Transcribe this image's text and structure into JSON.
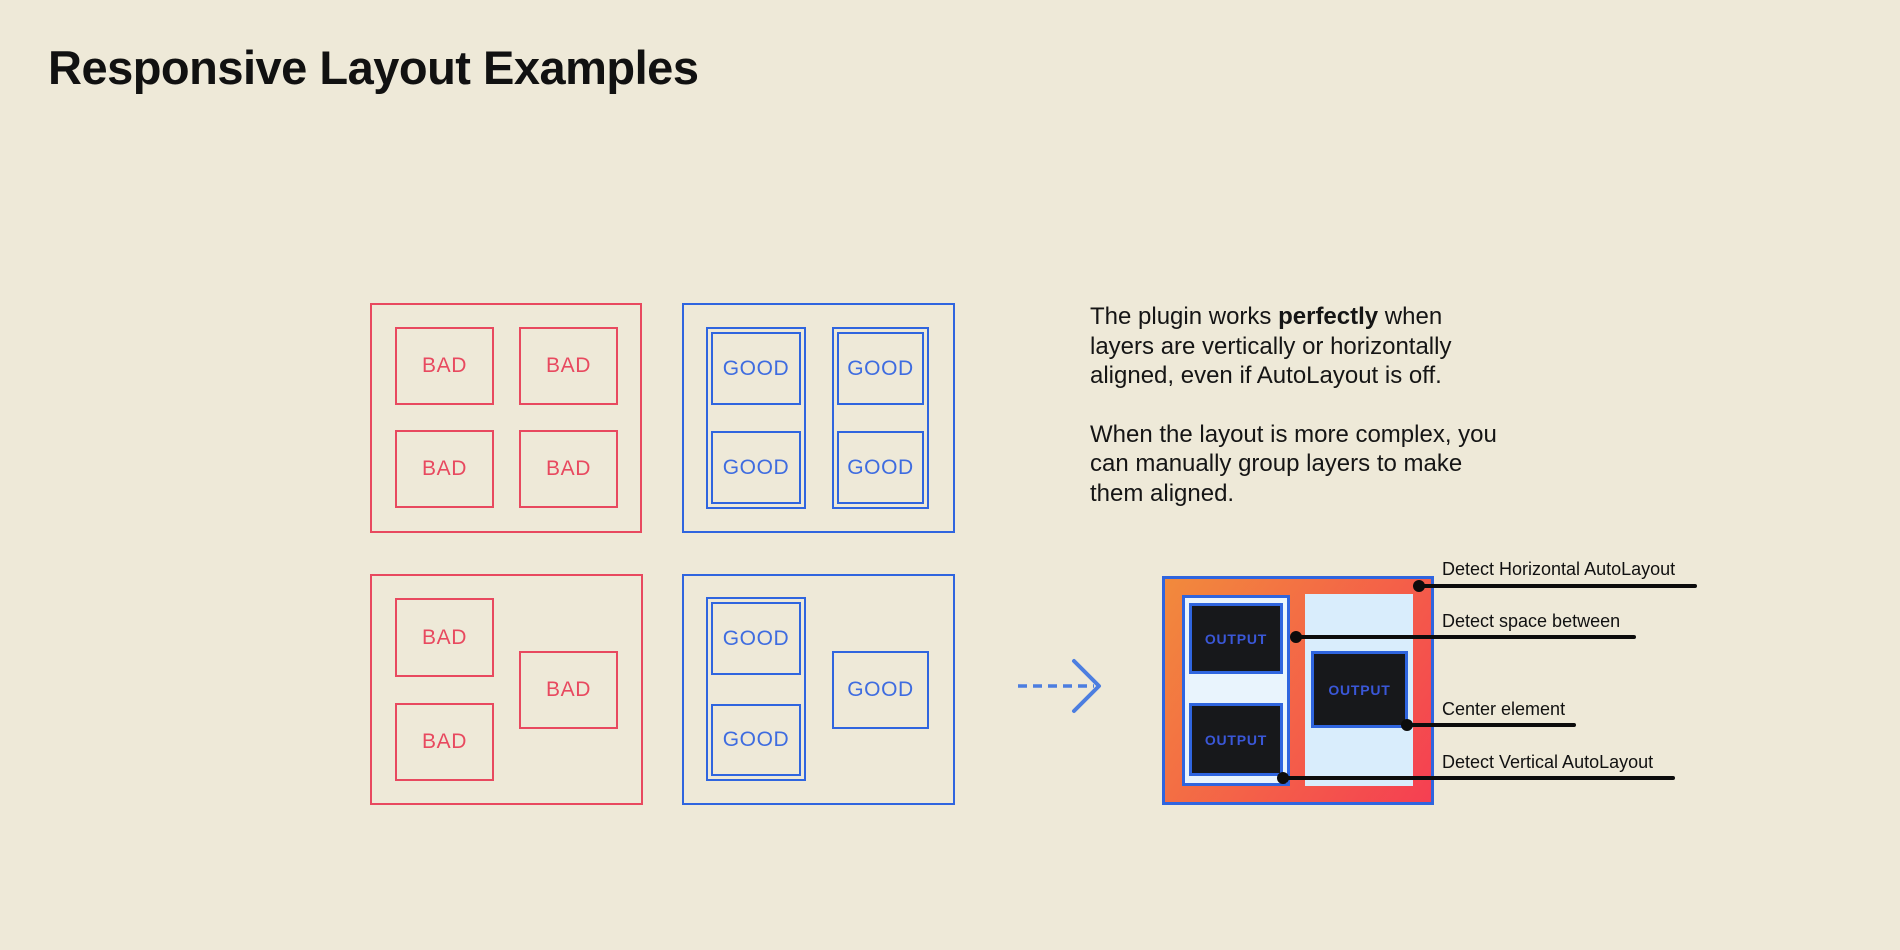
{
  "page": {
    "title": "Responsive Layout Examples"
  },
  "labels": {
    "bad": "BAD",
    "good": "GOOD",
    "output": "OUTPUT"
  },
  "description": {
    "p1_before": "The plugin works ",
    "p1_bold": "perfectly",
    "p1_after": " when\nlayers are vertically or horizontally\naligned, even if AutoLayout is off.",
    "p2": "When the layout is more complex, you\ncan manually group layers to make\nthem aligned."
  },
  "annotations": [
    {
      "label": "Detect Horizontal AutoLayout"
    },
    {
      "label": "Detect space between"
    },
    {
      "label": "Center element"
    },
    {
      "label": "Detect Vertical AutoLayout"
    }
  ],
  "colors": {
    "background": "#eee9d8",
    "bad_red": "#e8495f",
    "good_blue": "#2f65df",
    "output_gradient_start": "#f28a3c",
    "output_gradient_end": "#f53f52",
    "group_background": "#e9f4fd",
    "panel_background": "#d9edfc",
    "output_box_fill": "#17181b",
    "output_text": "#3a57d8",
    "arrow_blue": "#4c7ee0",
    "annotation_black": "#0c0c0c"
  }
}
